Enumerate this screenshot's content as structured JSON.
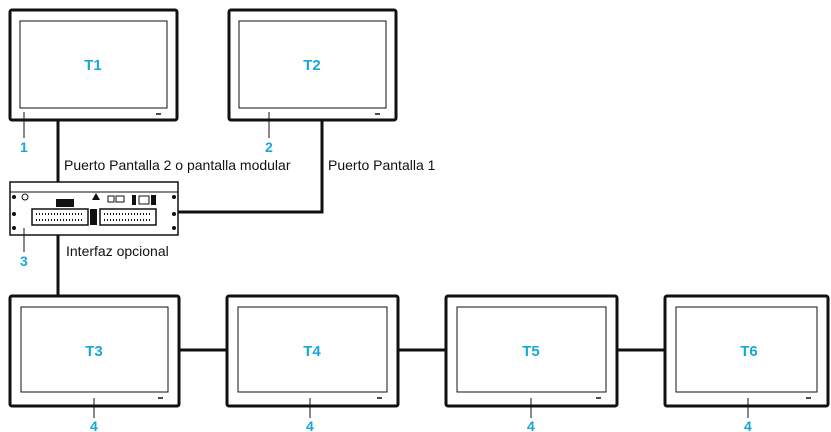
{
  "terminals": {
    "t1": "T1",
    "t2": "T2",
    "t3": "T3",
    "t4": "T4",
    "t5": "T5",
    "t6": "T6"
  },
  "callouts": {
    "c1": "1",
    "c2": "2",
    "c3": "3",
    "c4a": "4",
    "c4b": "4",
    "c4c": "4",
    "c4d": "4"
  },
  "ports": {
    "display_port_2": "Puerto Pantalla  2 o pantalla modular",
    "display_port_1": "Puerto Pantalla 1",
    "optional_interface": "Interfaz opcional"
  },
  "colors": {
    "label": "#19a6d8",
    "line": "#111111"
  }
}
